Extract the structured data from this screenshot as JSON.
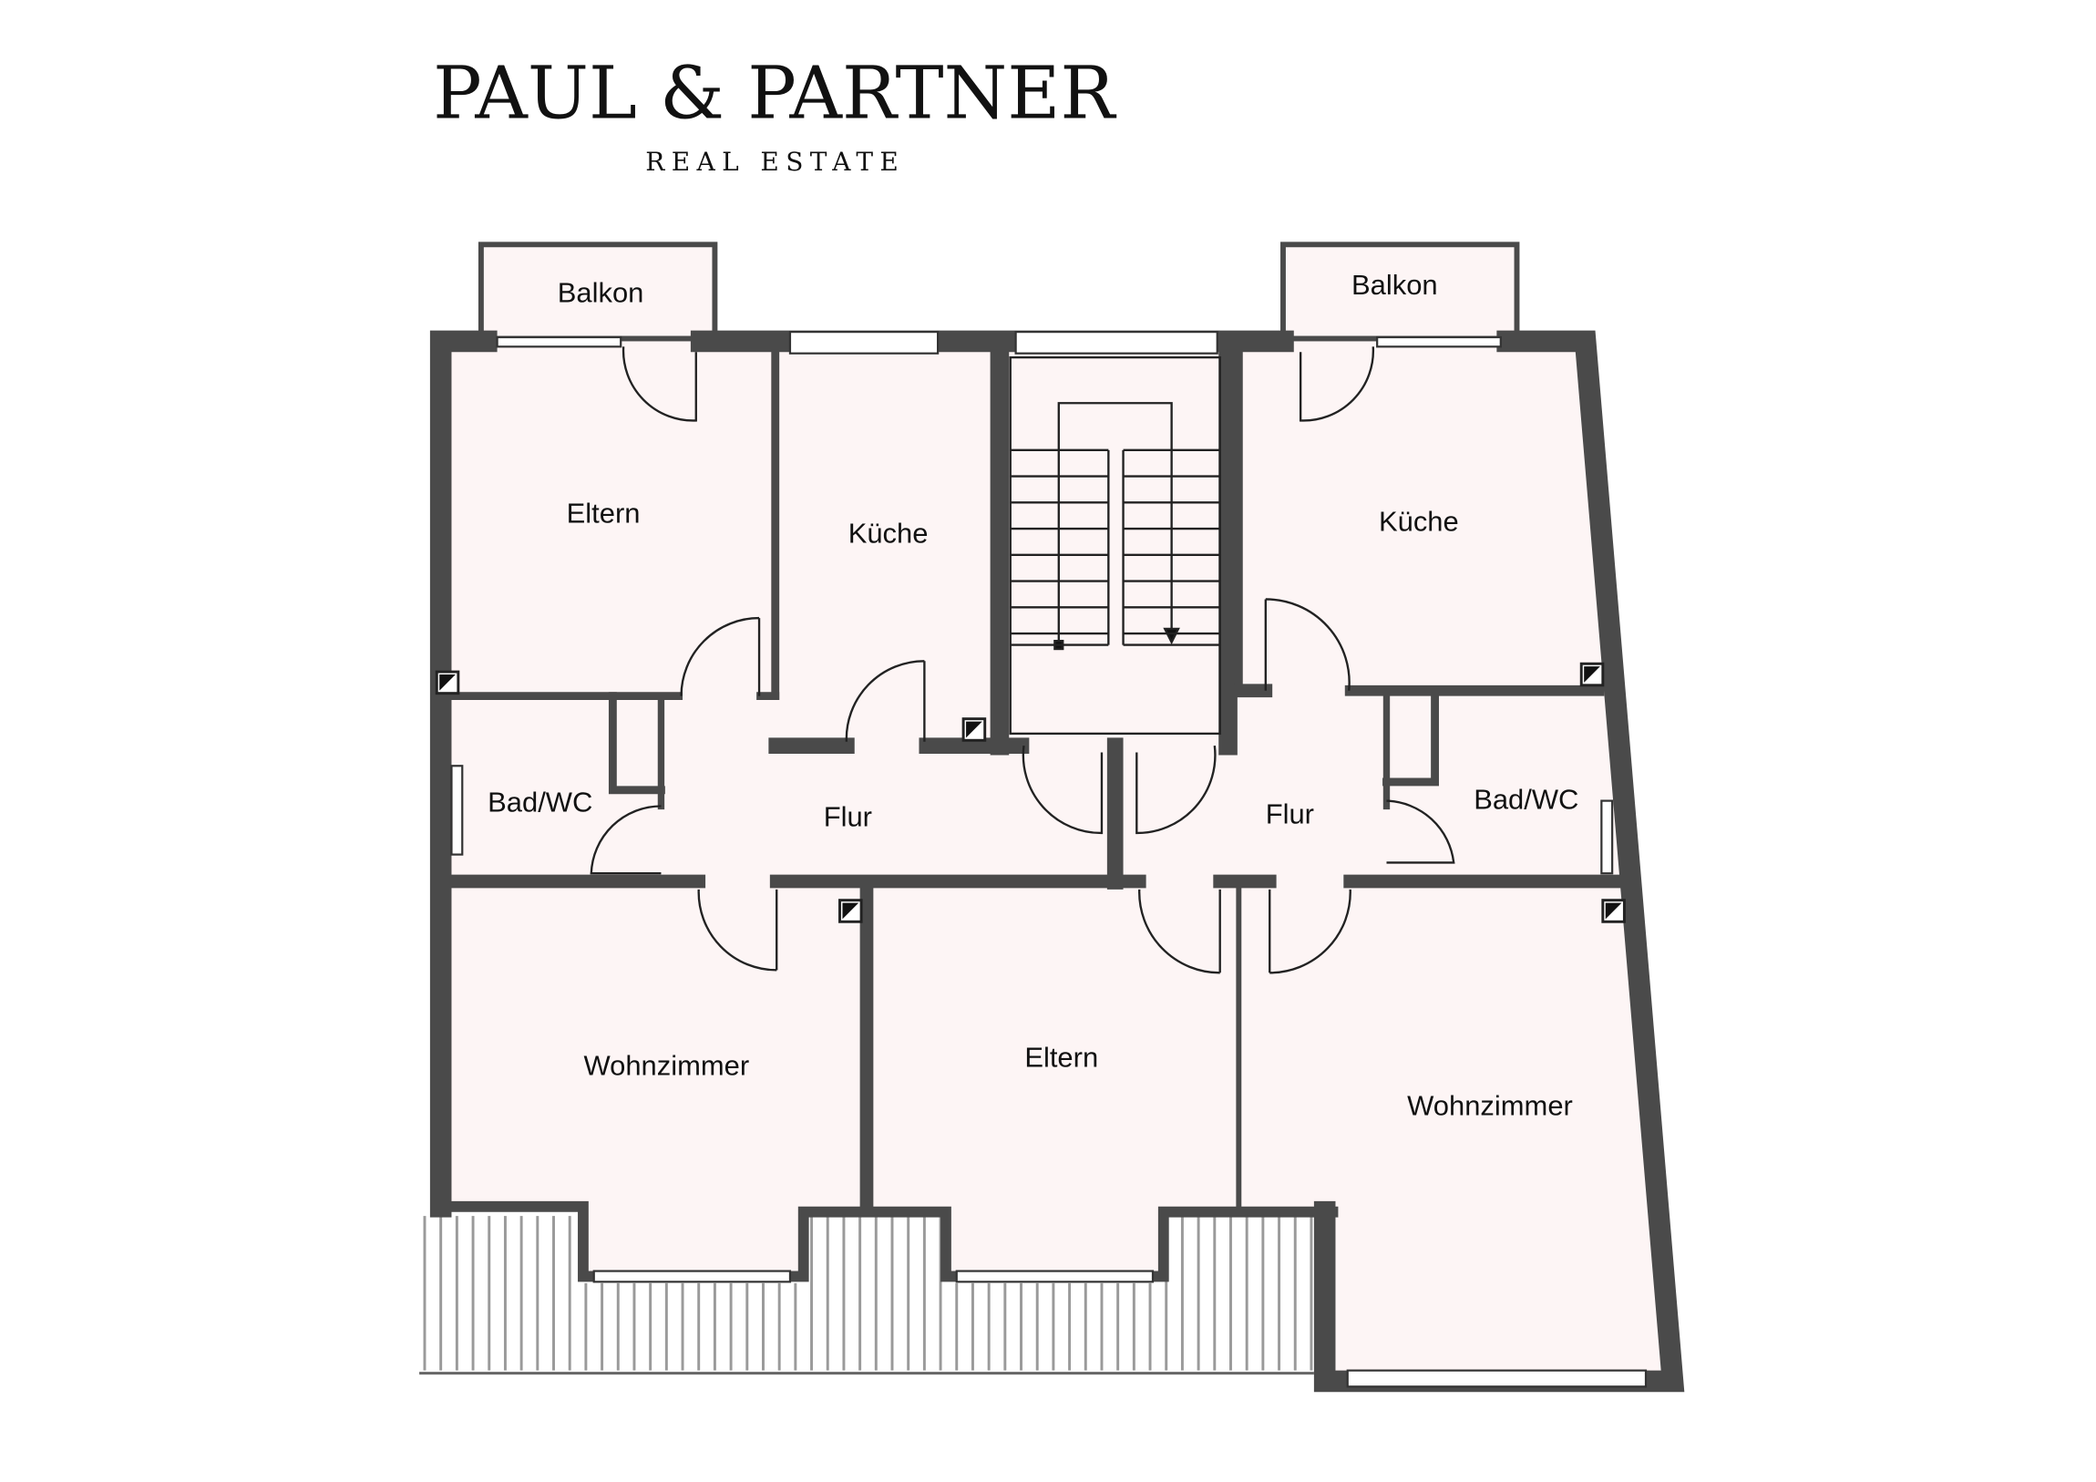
{
  "logo": {
    "name": "PAUL & PARTNER",
    "subtitle": "REAL ESTATE"
  },
  "rooms": {
    "balkon_left": "Balkon",
    "balkon_right": "Balkon",
    "eltern_top": "Eltern",
    "kueche_left": "Küche",
    "kueche_right": "Küche",
    "bad_left": "Bad/WC",
    "bad_right": "Bad/WC",
    "flur_left": "Flur",
    "flur_right": "Flur",
    "wohnzimmer_left": "Wohnzimmer",
    "eltern_bottom": "Eltern",
    "wohnzimmer_right": "Wohnzimmer"
  },
  "colors": {
    "wall": "#4a4a4a",
    "floor": "#fdf5f5"
  }
}
